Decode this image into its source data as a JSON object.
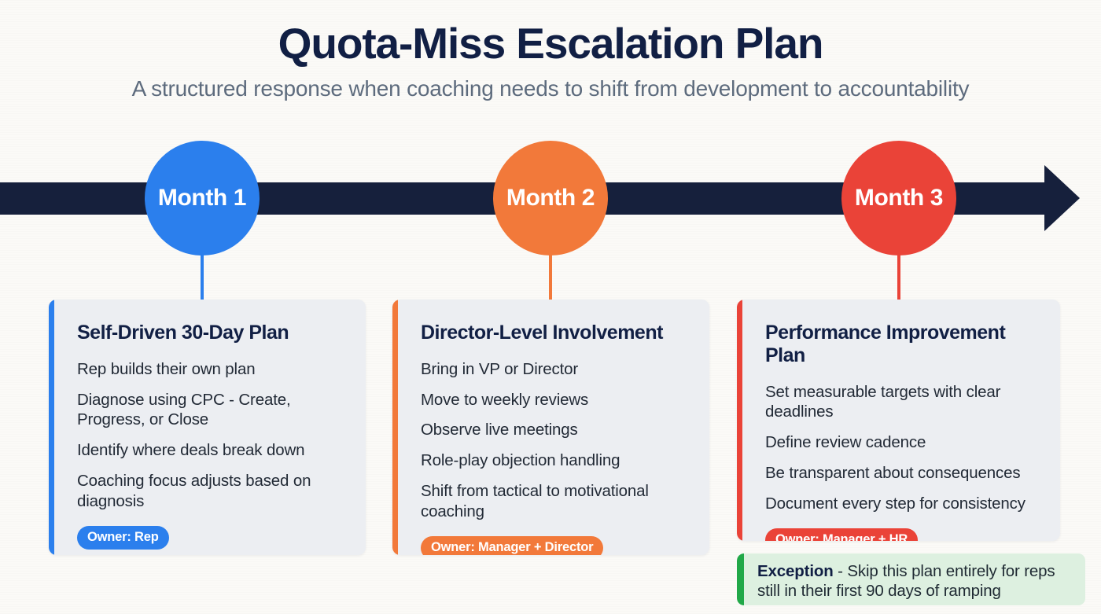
{
  "header": {
    "title": "Quota-Miss Escalation Plan",
    "subtitle": "A structured response when coaching needs to shift from development to accountability"
  },
  "colors": {
    "background": "#fbfaf7",
    "title": "#111f44",
    "subtitle": "#5d6b7d",
    "timeline_bar": "#16203c",
    "card_background": "#eceef2",
    "month1": "#2b7fed",
    "month2": "#f2793a",
    "month3": "#ea4338",
    "exception_background": "#ddf0e0",
    "exception_accent": "#21a848"
  },
  "timeline": {
    "milestones": [
      {
        "label": "Month 1",
        "color": "#2b7fed"
      },
      {
        "label": "Month 2",
        "color": "#f2793a"
      },
      {
        "label": "Month 3",
        "color": "#ea4338"
      }
    ]
  },
  "cards": [
    {
      "title": "Self-Driven 30-Day Plan",
      "items": [
        "Rep builds their own plan",
        "Diagnose using CPC - Create, Progress, or Close",
        "Identify where deals break down",
        "Coaching focus adjusts based on diagnosis"
      ],
      "owner": "Owner: Rep",
      "accent": "#2b7fed"
    },
    {
      "title": "Director-Level Involvement",
      "items": [
        "Bring in VP or Director",
        "Move to weekly reviews",
        "Observe live meetings",
        "Role-play objection handling",
        "Shift from tactical to motivational coaching"
      ],
      "owner": "Owner: Manager + Director",
      "accent": "#f2793a"
    },
    {
      "title": "Performance Improvement Plan",
      "items": [
        "Set measurable targets with clear deadlines",
        "Define review cadence",
        "Be transparent about consequences",
        "Document every step for consistency"
      ],
      "owner": "Owner: Manager + HR",
      "accent": "#ea4338"
    }
  ],
  "exception": {
    "lead": "Exception",
    "body": " - Skip this plan entirely for reps still in their first 90 days of ramping"
  }
}
